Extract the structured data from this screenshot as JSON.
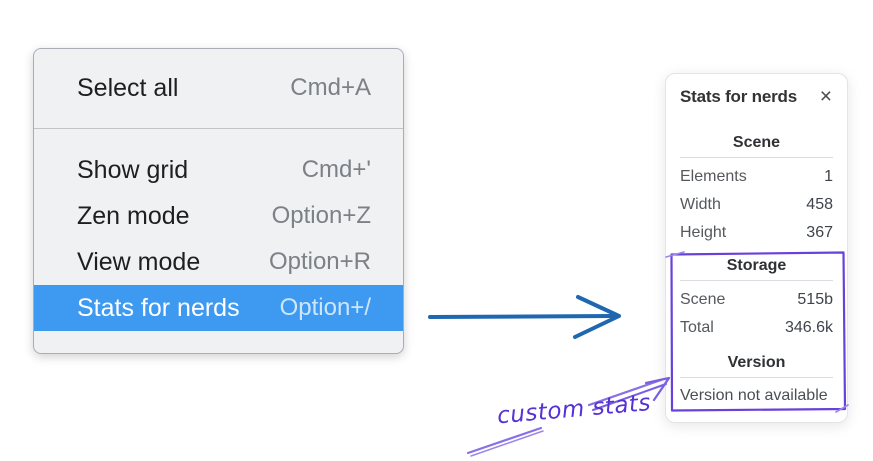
{
  "menu": {
    "sections": [
      {
        "items": [
          {
            "label": "Select all",
            "shortcut": "Cmd+A",
            "highlighted": false
          }
        ]
      },
      {
        "items": [
          {
            "label": "Show grid",
            "shortcut": "Cmd+'",
            "highlighted": false
          },
          {
            "label": "Zen mode",
            "shortcut": "Option+Z",
            "highlighted": false
          },
          {
            "label": "View mode",
            "shortcut": "Option+R",
            "highlighted": false
          },
          {
            "label": "Stats for nerds",
            "shortcut": "Option+/",
            "highlighted": true
          }
        ]
      }
    ]
  },
  "stats_panel": {
    "title": "Stats for nerds",
    "close_icon": "×",
    "sections": {
      "scene": {
        "header": "Scene",
        "rows": [
          {
            "label": "Elements",
            "value": "1"
          },
          {
            "label": "Width",
            "value": "458"
          },
          {
            "label": "Height",
            "value": "367"
          }
        ]
      },
      "storage": {
        "header": "Storage",
        "rows": [
          {
            "label": "Scene",
            "value": "515b"
          },
          {
            "label": "Total",
            "value": "346.6k"
          }
        ]
      },
      "version": {
        "header": "Version",
        "note": "Version not available"
      }
    }
  },
  "annotations": {
    "custom_stats_label": "custom stats"
  },
  "colors": {
    "menu_highlight": "#3d9af0",
    "arrow_blue": "#1f67b0",
    "annotation_purple": "#6741d9",
    "annotation_purple_light": "#8a70e5"
  }
}
